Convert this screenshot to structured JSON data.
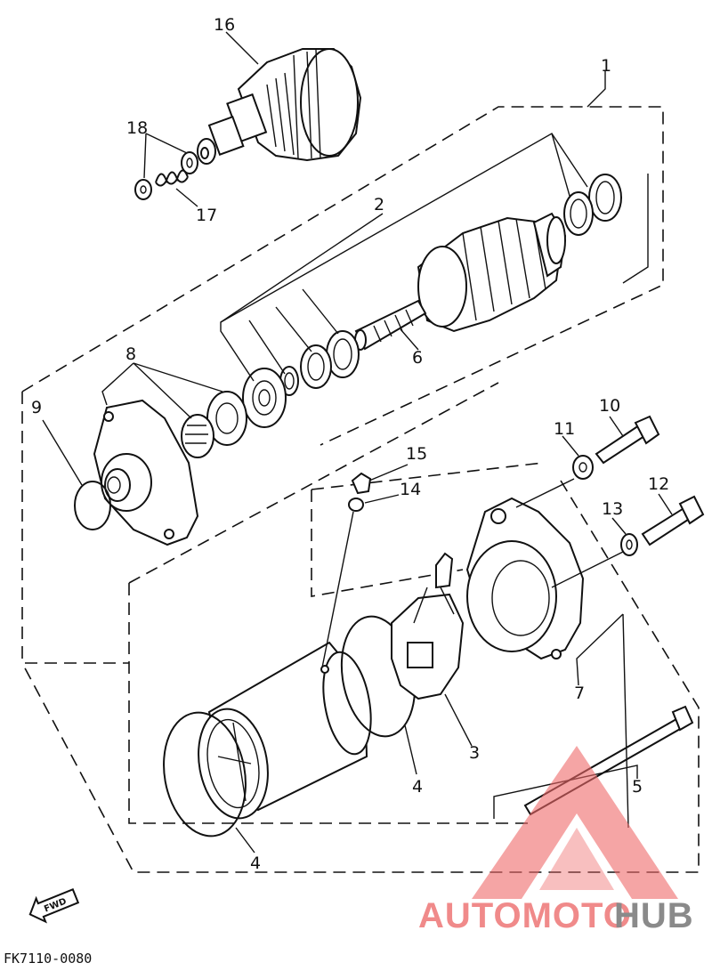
{
  "parts": [
    {
      "id": "p1",
      "label": "1",
      "name": "starting-motor-assembly"
    },
    {
      "id": "p2",
      "label": "2",
      "name": "armature-assembly"
    },
    {
      "id": "p3",
      "label": "3",
      "name": "brush-holder"
    },
    {
      "id": "p4a",
      "label": "4",
      "name": "o-ring-yoke"
    },
    {
      "id": "p4b",
      "label": "4",
      "name": "o-ring-front"
    },
    {
      "id": "p5",
      "label": "5",
      "name": "through-bolt"
    },
    {
      "id": "p6",
      "label": "6",
      "name": "armature-shaft"
    },
    {
      "id": "p7",
      "label": "7",
      "name": "rear-cover"
    },
    {
      "id": "p8",
      "label": "8",
      "name": "front-cover-bearing"
    },
    {
      "id": "p9",
      "label": "9",
      "name": "o-ring"
    },
    {
      "id": "p10",
      "label": "10",
      "name": "bolt"
    },
    {
      "id": "p11",
      "label": "11",
      "name": "washer"
    },
    {
      "id": "p12",
      "label": "12",
      "name": "bolt-long"
    },
    {
      "id": "p13",
      "label": "13",
      "name": "washer-small"
    },
    {
      "id": "p14",
      "label": "14",
      "name": "lock-washer"
    },
    {
      "id": "p15",
      "label": "15",
      "name": "nut"
    },
    {
      "id": "p16",
      "label": "16",
      "name": "starter-clutch-gear"
    },
    {
      "id": "p17",
      "label": "17",
      "name": "spring"
    },
    {
      "id": "p18",
      "label": "18",
      "name": "washer-pair"
    }
  ],
  "fwd_label": "FWD",
  "diagram_code": "FK7110-0080",
  "watermark": {
    "part1": "AUTOMOTO",
    "part2": "HUB",
    "color1": "#f08a8a",
    "color2": "#8a8a8a",
    "logo_color": "#f06a6a"
  }
}
